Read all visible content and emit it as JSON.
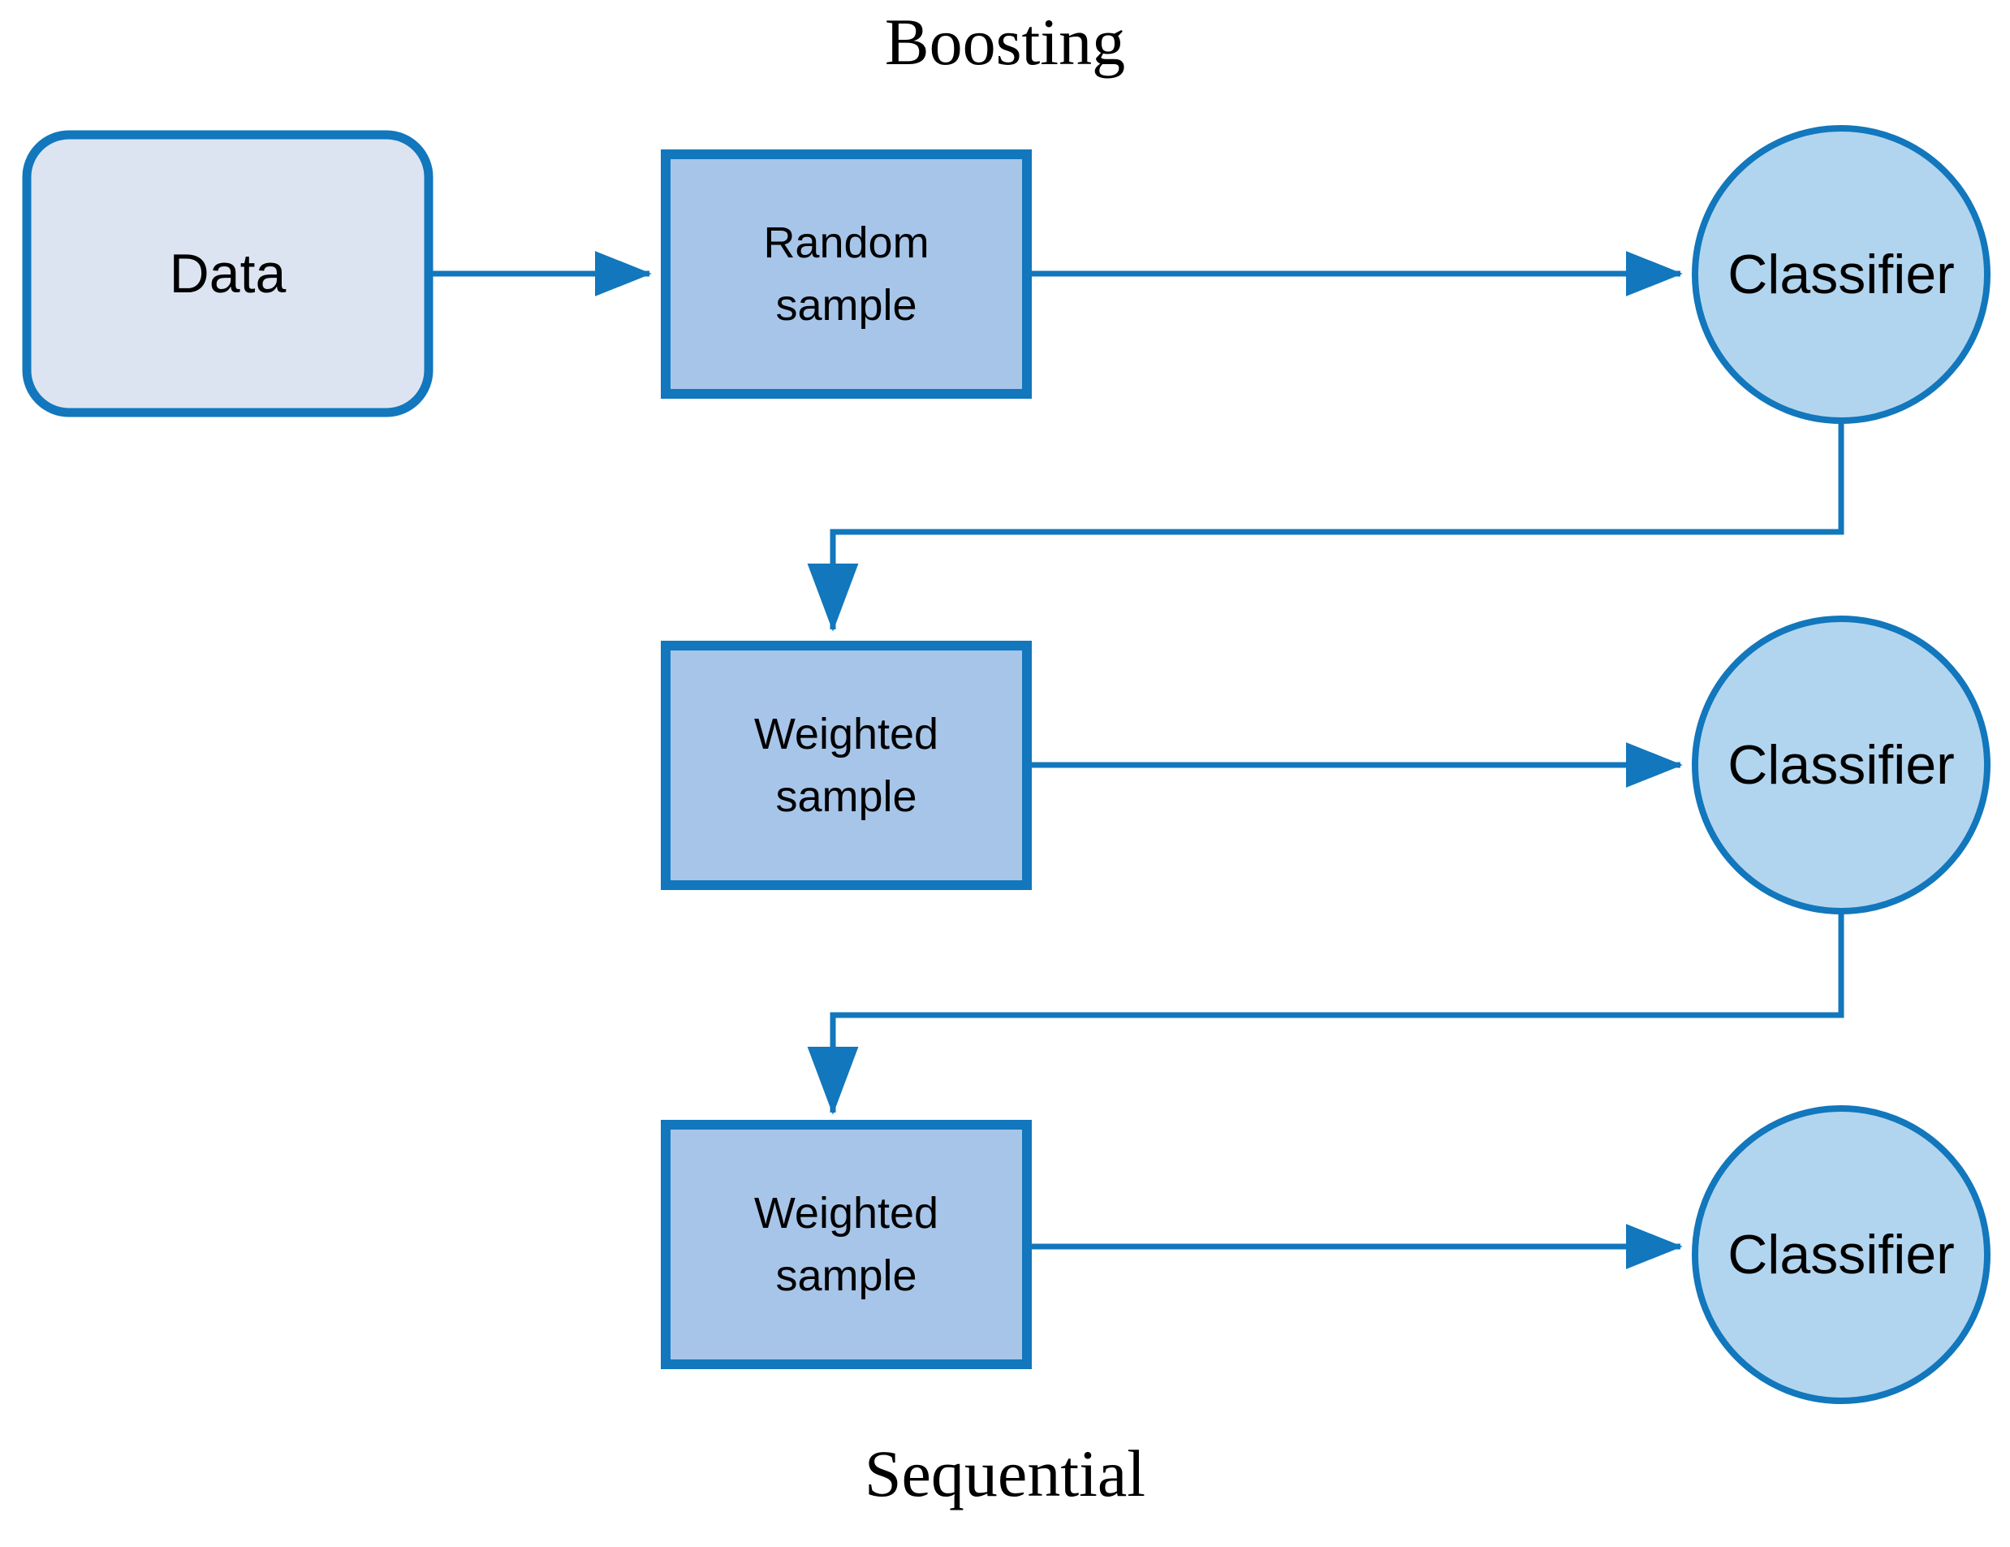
{
  "diagram": {
    "title": "Boosting",
    "bottom_caption": "Sequential",
    "colors": {
      "stroke": "#1277bc",
      "data_fill": "#dce4f2",
      "sample_fill": "#a6c5e9",
      "classifier_fill": "#b2d5ef",
      "text": "#000000",
      "background": "#ffffff"
    },
    "nodes": {
      "data": {
        "label": "Data",
        "shape": "rounded-rectangle"
      },
      "random_sample": {
        "label": "Random\nsample",
        "shape": "rectangle"
      },
      "weighted_sample_1": {
        "label": "Weighted\nsample",
        "shape": "rectangle"
      },
      "weighted_sample_2": {
        "label": "Weighted\nsample",
        "shape": "rectangle"
      },
      "classifier_1": {
        "label": "Classifier",
        "shape": "circle"
      },
      "classifier_2": {
        "label": "Classifier",
        "shape": "circle"
      },
      "classifier_3": {
        "label": "Classifier",
        "shape": "circle"
      }
    },
    "edges": [
      {
        "from": "data",
        "to": "random_sample",
        "kind": "straight-arrow"
      },
      {
        "from": "random_sample",
        "to": "classifier_1",
        "kind": "straight-arrow"
      },
      {
        "from": "classifier_1",
        "to": "weighted_sample_1",
        "kind": "elbow-feedback-arrow"
      },
      {
        "from": "weighted_sample_1",
        "to": "classifier_2",
        "kind": "straight-arrow"
      },
      {
        "from": "classifier_2",
        "to": "weighted_sample_2",
        "kind": "elbow-feedback-arrow"
      },
      {
        "from": "weighted_sample_2",
        "to": "classifier_3",
        "kind": "straight-arrow"
      }
    ]
  }
}
